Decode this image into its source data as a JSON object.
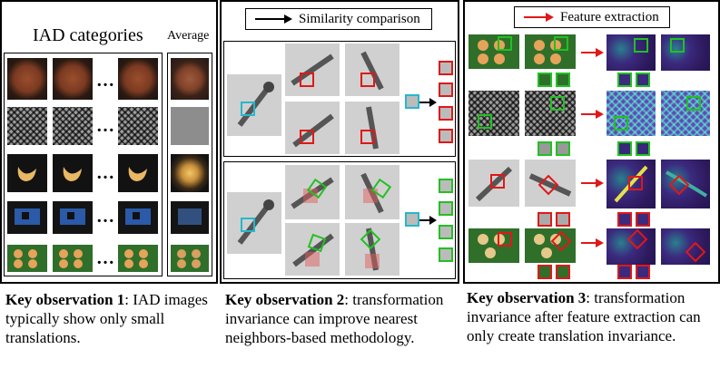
{
  "panel1": {
    "title": "IAD categories",
    "avg_title": "Average",
    "dots": "…"
  },
  "panel2": {
    "legend": "Similarity comparison"
  },
  "panel3": {
    "legend": "Feature extraction"
  },
  "observations": [
    {
      "bold": "Key observation 1",
      "rest": ": IAD images typically show only small translations."
    },
    {
      "bold": "Key observation 2",
      "rest": ": transformation invariance can improve nearest neighbors-based methodology."
    },
    {
      "bold": "Key observation 3",
      "rest": ": transformation invariance after feature extraction can only create translation invariance."
    }
  ],
  "colors": {
    "red": "#e01818",
    "green": "#22c022",
    "cyan": "#25b8cc",
    "arrow_black": "#000000"
  }
}
